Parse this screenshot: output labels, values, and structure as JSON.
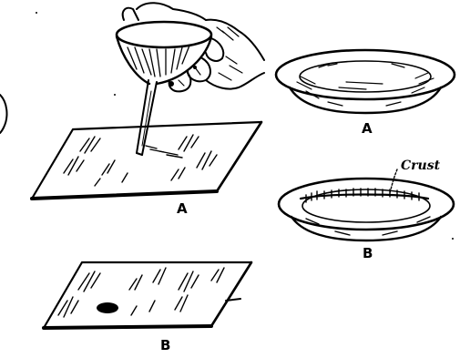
{
  "figure": {
    "labels": {
      "plate_with_funnel": "A",
      "plate_with_spot": "B",
      "dish_top": "A",
      "dish_bottom": "B",
      "crust": "Crust"
    },
    "colors": {
      "ink": "#000000",
      "paper": "#ffffff"
    },
    "icons": [
      "funnel-icon",
      "hand-icon",
      "glass-plate-icon",
      "evaporating-dish-icon"
    ]
  }
}
